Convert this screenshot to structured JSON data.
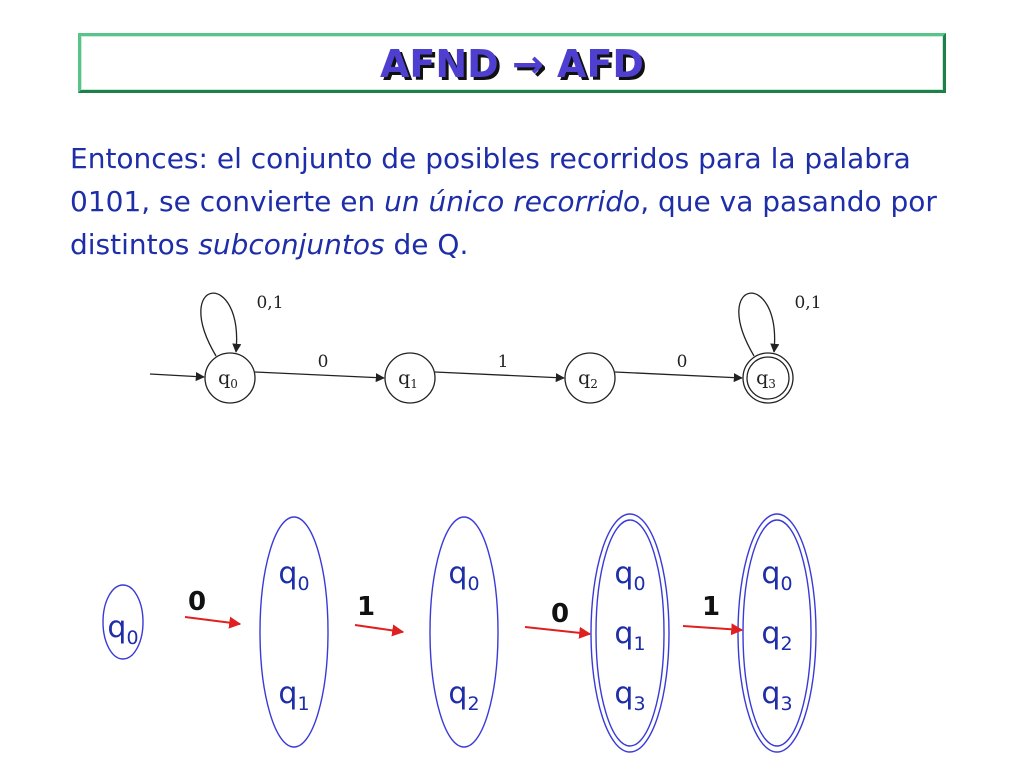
{
  "title": {
    "left": "AFND",
    "arrow": "→",
    "right": "AFD"
  },
  "description": {
    "part1": "Entonces: el conjunto de posibles recorridos para la palabra 0101, se convierte en ",
    "emph1": "un único recorrido",
    "part2": ", que va pasando por distintos ",
    "emph2": "subconjuntos",
    "part3": " de Q."
  },
  "automaton": {
    "states": [
      {
        "base": "q",
        "index": "0",
        "initial": true,
        "final": false
      },
      {
        "base": "q",
        "index": "1",
        "initial": false,
        "final": false
      },
      {
        "base": "q",
        "index": "2",
        "initial": false,
        "final": false
      },
      {
        "base": "q",
        "index": "3",
        "initial": false,
        "final": true
      }
    ],
    "transitions": [
      {
        "from": "q0",
        "to": "q1",
        "label": "0"
      },
      {
        "from": "q1",
        "to": "q2",
        "label": "1"
      },
      {
        "from": "q2",
        "to": "q3",
        "label": "0"
      }
    ],
    "self_loops": [
      {
        "state": "q0",
        "label": "0,1"
      },
      {
        "state": "q3",
        "label": "0,1"
      }
    ]
  },
  "subset_run": {
    "sets": [
      [
        {
          "base": "q",
          "index": "0"
        }
      ],
      [
        {
          "base": "q",
          "index": "0"
        },
        {
          "base": "q",
          "index": "1"
        }
      ],
      [
        {
          "base": "q",
          "index": "0"
        },
        {
          "base": "q",
          "index": "2"
        }
      ],
      [
        {
          "base": "q",
          "index": "0"
        },
        {
          "base": "q",
          "index": "1"
        },
        {
          "base": "q",
          "index": "3"
        }
      ],
      [
        {
          "base": "q",
          "index": "0"
        },
        {
          "base": "q",
          "index": "2"
        },
        {
          "base": "q",
          "index": "3"
        }
      ]
    ],
    "arrow_labels": [
      "0",
      "1",
      "0",
      "1"
    ],
    "final_sets": [
      3,
      4
    ]
  },
  "colors": {
    "title_text": "#4f3fd0",
    "title_border": "#2fa864",
    "body_text": "#1e2da8",
    "ellipse": "#3a3ad8",
    "arrow": "#e02020",
    "automaton_line": "#222222"
  }
}
